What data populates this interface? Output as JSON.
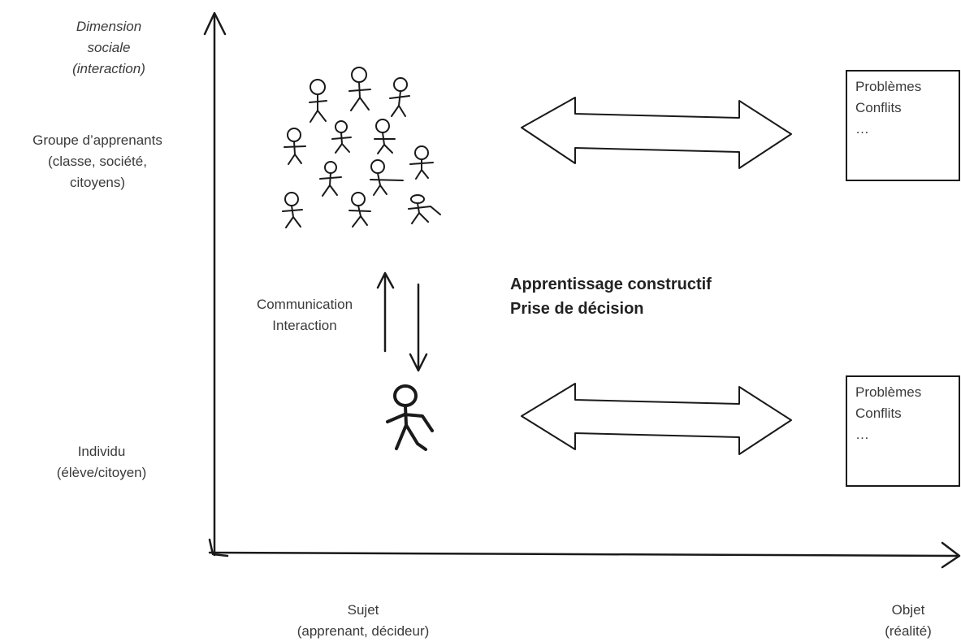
{
  "y_axis": {
    "title_lines": [
      "Dimension",
      "sociale",
      "(interaction)"
    ],
    "upper_label_lines": [
      "Groupe d’apprenants",
      "(classe, société,",
      "citoyens)"
    ],
    "lower_label_lines": [
      "Individu",
      "(élève/citoyen)"
    ]
  },
  "x_axis": {
    "left_label_lines": [
      "Sujet",
      "(apprenant, décideur)"
    ],
    "right_label_lines": [
      "Objet",
      "(réalité)"
    ]
  },
  "communication": {
    "lines": [
      "Communication",
      "Interaction"
    ]
  },
  "center": {
    "lines": [
      "Apprentissage constructif",
      "Prise de décision"
    ]
  },
  "top_box": {
    "lines": [
      "Problèmes",
      "Conflits",
      "…"
    ]
  },
  "bottom_box": {
    "lines": [
      "Problèmes",
      "Conflits",
      "…"
    ]
  },
  "colors": {
    "stroke": "#1a1a1a",
    "text": "#3a3a3a"
  }
}
